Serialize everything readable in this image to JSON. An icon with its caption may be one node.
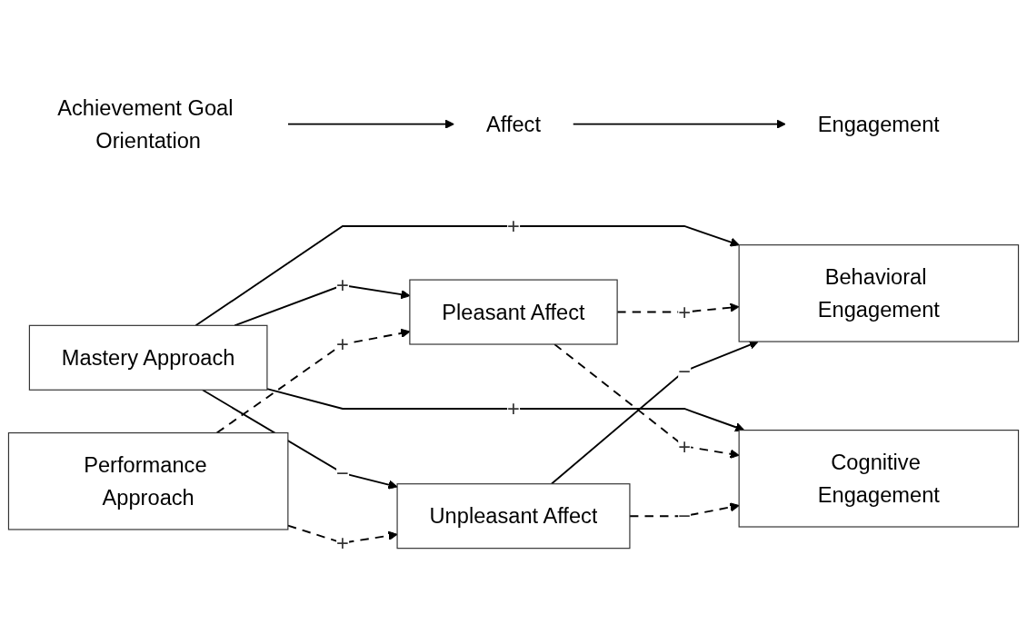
{
  "diagram": {
    "nodes": [
      {
        "text": [
          "Achievement Goal Orientation"
        ]
      },
      {
        "text": [
          "Affect"
        ]
      },
      {
        "text": [
          "Engagement"
        ]
      },
      {
        "text": [
          "Behavioral Engagement"
        ]
      },
      {
        "text": [
          "Mastery Approach"
        ]
      },
      {
        "text": [
          "Pleasant Affect"
        ]
      },
      {
        "text": [
          "Performance Approach"
        ]
      },
      {
        "text": [
          "Unpleasant Affect"
        ]
      },
      {
        "text": [
          "Cognitive Engagement"
        ]
      }
    ],
    "edges": [
      {
        "from": 0,
        "to": 1,
        "arrow": "to"
      },
      {
        "from": 1,
        "to": 2,
        "arrow": "to"
      },
      {
        "from": 4,
        "to": 3,
        "arrow": "to",
        "label": "+"
      },
      {
        "from": 4,
        "to": 5,
        "arrow": "to",
        "label": "+"
      },
      {
        "from": 4,
        "to": 7,
        "arrow": "to",
        "label": "−"
      },
      {
        "from": 4,
        "to": 8,
        "arrow": "to",
        "label": "+"
      },
      {
        "from": 6,
        "to": 5,
        "arrow": "to",
        "label": "+",
        "style": "dashed"
      },
      {
        "from": 6,
        "to": 7,
        "arrow": "to",
        "label": "+",
        "style": "dashed"
      },
      {
        "from": 5,
        "to": 3,
        "arrow": "to",
        "label": "+",
        "style": "dashed"
      },
      {
        "from": 5,
        "to": 8,
        "arrow": "to",
        "label": "+",
        "style": "dashed"
      },
      {
        "from": 7,
        "to": 3,
        "arrow": "to",
        "label": "−"
      },
      {
        "from": 7,
        "to": 8,
        "arrow": "to",
        "label": "−",
        "style": "dashed"
      }
    ]
  }
}
